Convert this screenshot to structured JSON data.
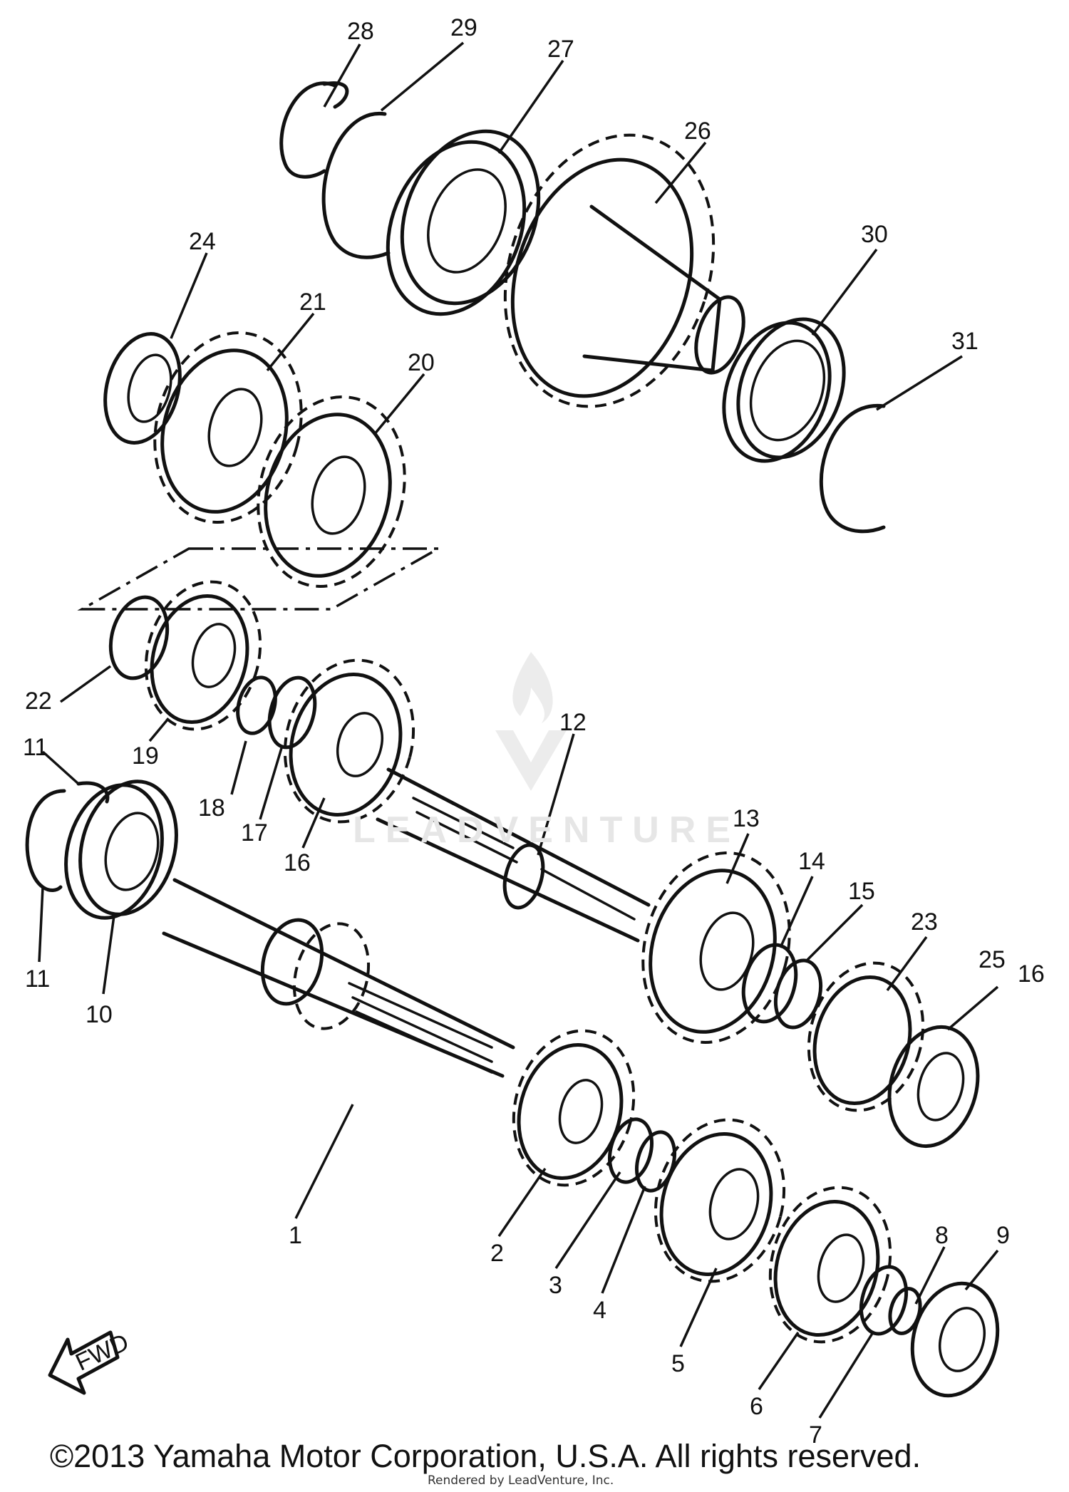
{
  "callouts": {
    "n1": "1",
    "n2": "2",
    "n3": "3",
    "n4": "4",
    "n5": "5",
    "n6": "6",
    "n7": "7",
    "n8": "8",
    "n9": "9",
    "n10": "10",
    "n11a": "11",
    "n11b": "11",
    "n12": "12",
    "n13": "13",
    "n14": "14",
    "n15": "15",
    "n16a": "16",
    "n16b": "16",
    "n17": "17",
    "n18": "18",
    "n19": "19",
    "n20": "20",
    "n21": "21",
    "n22": "22",
    "n23": "23",
    "n24": "24",
    "n25": "25",
    "n26": "26",
    "n27": "27",
    "n28": "28",
    "n29": "29",
    "n30": "30",
    "n31": "31"
  },
  "fwd_label": "FWD",
  "watermark": "LEADVENTURE",
  "copyright": "©2013 Yamaha Motor Corporation, U.S.A. All rights reserved.",
  "rendered_by": "Rendered by LeadVenture, Inc."
}
